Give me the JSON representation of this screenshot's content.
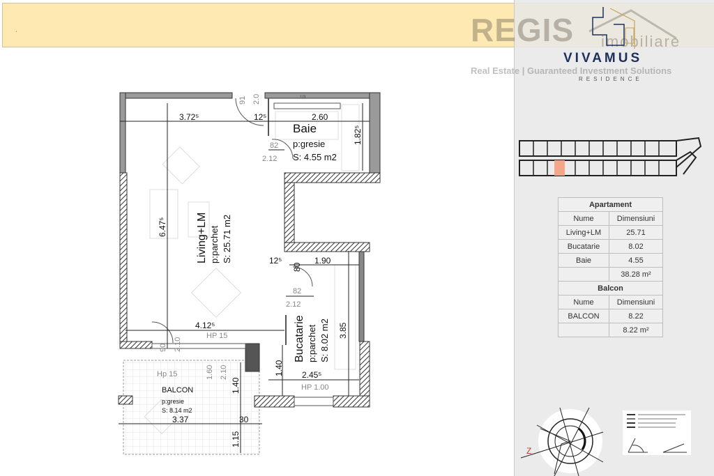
{
  "banner": {
    "mark": "'"
  },
  "branding": {
    "regis": "REGIS",
    "imobiliare": "imobiliare",
    "tagline": "Real Estate | Guaranteed Investment Solutions",
    "project": "VIVAMUS",
    "project_sub": "RESIDENCE",
    "logo_color": "#1e2f5c"
  },
  "table": {
    "apartment_header": "Apartament",
    "col_name": "Nume",
    "col_dim": "Dimensiuni",
    "rows": [
      {
        "name": "Living+LM",
        "value": "25.71"
      },
      {
        "name": "Bucatarie",
        "value": "8.02"
      },
      {
        "name": "Baie",
        "value": "4.55"
      }
    ],
    "apartment_total": "38.28 m²",
    "balcony_header": "Balcon",
    "balcony_rows": [
      {
        "name": "BALCON",
        "value": "8.22"
      }
    ],
    "balcony_total": "8.22 m²"
  },
  "plan": {
    "baie": {
      "name": "Baie",
      "floor": "p:gresie",
      "area": "S: 4.55 m2"
    },
    "living": {
      "name": "Living+LM",
      "floor": "p:parchet",
      "area": "S: 25.71 m2"
    },
    "bucatarie": {
      "name": "Bucatarie",
      "floor": "p:parchet",
      "area": "S: 8.02 m2"
    },
    "balcon": {
      "name": "BALCON",
      "floor": "p:gresie",
      "area": "S: 8.14 m2",
      "hp": "Hp 15"
    },
    "dims": {
      "d1": "3.72⁵",
      "d2": "12⁵",
      "d3": "2.60",
      "d4": "1.82⁵",
      "d5": "91",
      "d6": "2.0",
      "d7": "82",
      "d8": "2.12",
      "d9": "6.47⁵",
      "d10": "12⁵",
      "d11": "80",
      "d12": "1.90",
      "d13": "82",
      "d14": "2.12",
      "d15": "3.85",
      "d16": "4.12⁵",
      "d17": "HP 15",
      "d18": "90",
      "d19": "2.10",
      "d20": "1.60",
      "d21": "2.10",
      "d22": "1.40",
      "d23": "1.40",
      "d24": "2.45⁵",
      "d25": "HP 1.00",
      "d26": "3.37",
      "d27": "30",
      "d28": "1.15",
      "d29": "1/3"
    },
    "highlight_color": "#f4a58a",
    "compass_south": "Z"
  }
}
